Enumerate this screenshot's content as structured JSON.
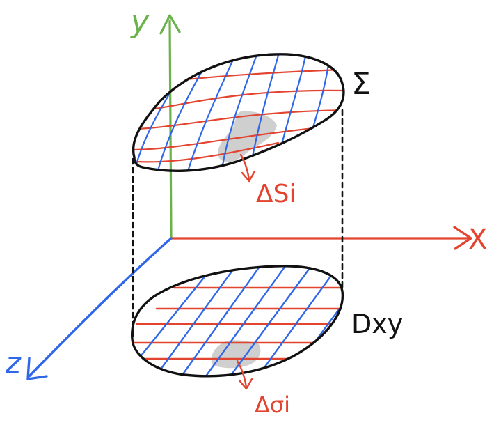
{
  "colors": {
    "background": "#ffffff",
    "outline": "#111111",
    "y_axis": "#6bb24a",
    "x_axis": "#e2442f",
    "z_axis": "#2f67e8",
    "red_grid": "#e2442f",
    "blue_grid": "#2f67e8",
    "patch_fill": "#cfcfcf",
    "dashes": "#111111"
  },
  "labels": {
    "y_axis": "y",
    "x_axis": "X",
    "z_axis": "z",
    "surface": "Σ",
    "region": "Dxy",
    "delta_s": "ΔSi",
    "delta_sigma": "Δσi"
  }
}
